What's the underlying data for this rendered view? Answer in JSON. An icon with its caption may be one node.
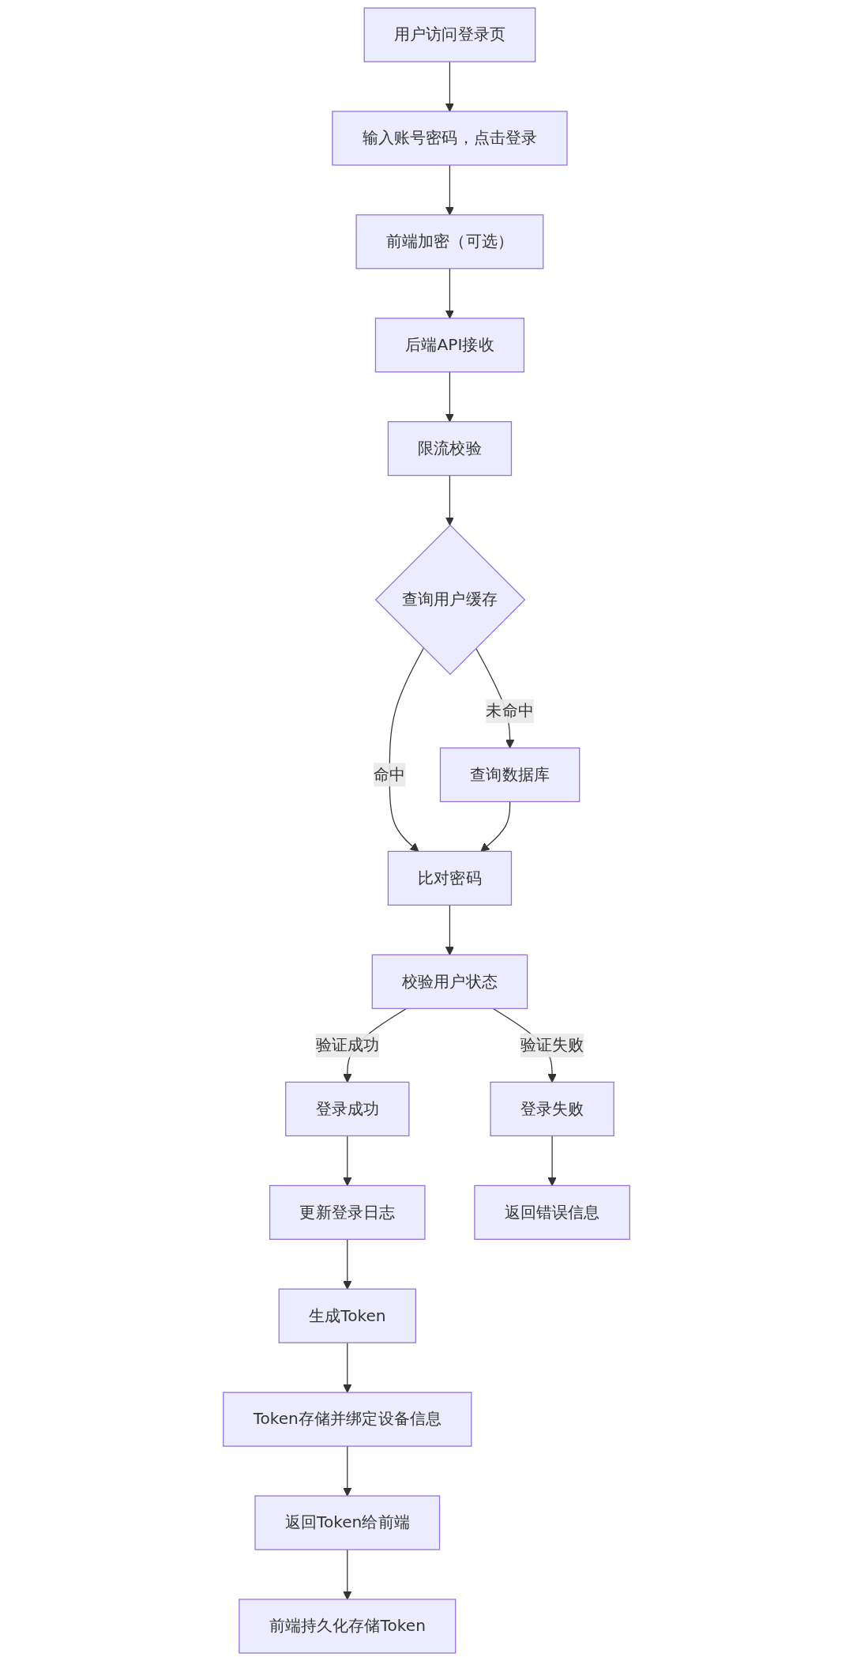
{
  "diagram": {
    "nodes": [
      {
        "text": [
          "用户访问登录页"
        ]
      },
      {
        "text": [
          "输入账号密码，点击登录"
        ]
      },
      {
        "text": [
          "前端加密（可选）"
        ]
      },
      {
        "text": [
          "后端API接收"
        ]
      },
      {
        "text": [
          "限流校验"
        ]
      },
      {
        "text": [
          "查询用户缓存"
        ]
      },
      {
        "text": [
          "查询数据库"
        ]
      },
      {
        "text": [
          "比对密码"
        ]
      },
      {
        "text": [
          "校验用户状态"
        ]
      },
      {
        "text": [
          "登录成功"
        ]
      },
      {
        "text": [
          "登录失败"
        ]
      },
      {
        "text": [
          "更新登录日志"
        ]
      },
      {
        "text": [
          "返回错误信息"
        ]
      },
      {
        "text": [
          "生成Token"
        ]
      },
      {
        "text": [
          "Token存储并绑定设备信息"
        ]
      },
      {
        "text": [
          "返回Token给前端"
        ]
      },
      {
        "text": [
          "前端持久化存储Token"
        ]
      }
    ],
    "edges": [
      {
        "from": 0,
        "to": 1,
        "arrow": "to"
      },
      {
        "from": 1,
        "to": 2,
        "arrow": "to"
      },
      {
        "from": 2,
        "to": 3,
        "arrow": "to"
      },
      {
        "from": 3,
        "to": 4,
        "arrow": "to"
      },
      {
        "from": 4,
        "to": 5,
        "arrow": "to"
      },
      {
        "from": 5,
        "to": 7,
        "arrow": "to",
        "label": "命中"
      },
      {
        "from": 5,
        "to": 6,
        "arrow": "to",
        "label": "未命中"
      },
      {
        "from": 6,
        "to": 7,
        "arrow": "to"
      },
      {
        "from": 7,
        "to": 8,
        "arrow": "to"
      },
      {
        "from": 8,
        "to": 9,
        "arrow": "to",
        "label": "验证成功"
      },
      {
        "from": 8,
        "to": 10,
        "arrow": "to",
        "label": "验证失败"
      },
      {
        "from": 9,
        "to": 11,
        "arrow": "to"
      },
      {
        "from": 10,
        "to": 12,
        "arrow": "to"
      },
      {
        "from": 11,
        "to": 13,
        "arrow": "to"
      },
      {
        "from": 13,
        "to": 14,
        "arrow": "to"
      },
      {
        "from": 14,
        "to": 15,
        "arrow": "to"
      },
      {
        "from": 15,
        "to": 16,
        "arrow": "to"
      }
    ]
  }
}
